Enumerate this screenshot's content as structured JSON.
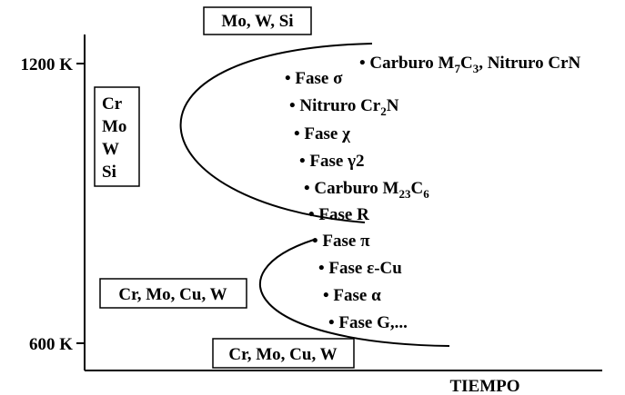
{
  "axes": {
    "x_label": "TIEMPO",
    "y_ticks": [
      "1200 K",
      "600 K"
    ]
  },
  "element_boxes": {
    "top": "Mo, W, Si",
    "left_stack": [
      "Cr",
      "Mo",
      "W",
      "Si"
    ],
    "bottom_left": "Cr, Mo, Cu, W",
    "bottom_center": "Cr, Mo, Cu, W"
  },
  "upper_curve_phases": [
    {
      "bullet": "•",
      "parts": [
        {
          "t": "Carburo M"
        },
        {
          "t": "7",
          "sub": true
        },
        {
          "t": "C"
        },
        {
          "t": "3",
          "sub": true
        },
        {
          "t": ", Nitruro CrN"
        }
      ]
    },
    {
      "bullet": "•",
      "parts": [
        {
          "t": "Fase σ"
        }
      ]
    },
    {
      "bullet": "•",
      "parts": [
        {
          "t": "Nitruro Cr"
        },
        {
          "t": "2",
          "sub": true
        },
        {
          "t": "N"
        }
      ]
    },
    {
      "bullet": "•",
      "parts": [
        {
          "t": "Fase χ"
        }
      ]
    },
    {
      "bullet": "•",
      "parts": [
        {
          "t": "Fase γ2"
        }
      ]
    },
    {
      "bullet": "•",
      "parts": [
        {
          "t": "Carburo M"
        },
        {
          "t": "23",
          "sub": true
        },
        {
          "t": "C"
        },
        {
          "t": "6",
          "sub": true
        }
      ]
    },
    {
      "bullet": "•",
      "parts": [
        {
          "t": "Fase R"
        }
      ]
    }
  ],
  "lower_curve_phases": [
    {
      "bullet": "•",
      "parts": [
        {
          "t": "Fase π"
        }
      ]
    },
    {
      "bullet": "•",
      "parts": [
        {
          "t": "Fase ε-Cu"
        }
      ]
    },
    {
      "bullet": "•",
      "parts": [
        {
          "t": "Fase α"
        }
      ]
    },
    {
      "bullet": "•",
      "parts": [
        {
          "t": "Fase G,..."
        }
      ]
    }
  ],
  "colors": {
    "line": "#000000",
    "text": "#000000",
    "background": "#ffffff"
  }
}
